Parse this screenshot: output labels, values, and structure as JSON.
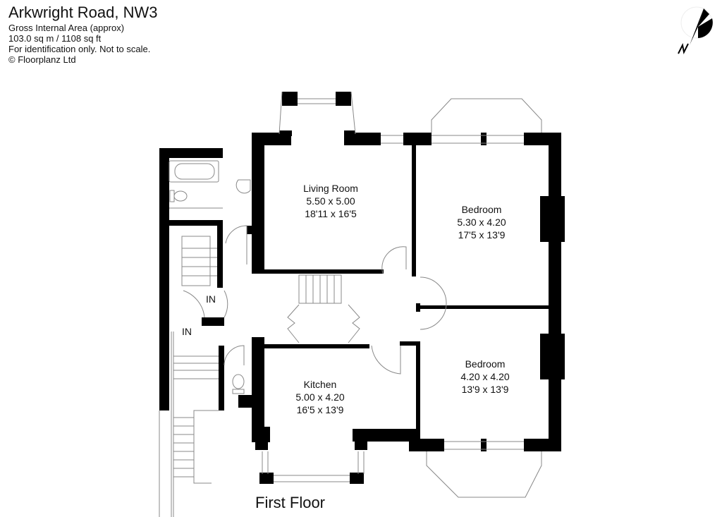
{
  "header": {
    "title": "Arkwright Road, NW3",
    "area_label": "Gross Internal Area (approx)",
    "area_value": "103.0 sq m / 1108 sq ft",
    "disclaimer": "For identification only. Not to scale.",
    "copyright": "© Floorplanz Ltd"
  },
  "compass": {
    "label": "N",
    "icon": "north-arrow-icon"
  },
  "rooms": [
    {
      "name": "Living Room",
      "metric": "5.50 x 5.00",
      "imperial": "18'11 x 16'5"
    },
    {
      "name": "Bedroom",
      "metric": "5.30 x 4.20",
      "imperial": "17'5 x 13'9"
    },
    {
      "name": "Bedroom",
      "metric": "4.20 x 4.20",
      "imperial": "13'9 x 13'9"
    },
    {
      "name": "Kitchen",
      "metric": "5.00 x 4.20",
      "imperial": "16'5 x 13'9"
    }
  ],
  "entrances": [
    {
      "label": "IN"
    },
    {
      "label": "IN"
    }
  ],
  "floor_label": "First Floor",
  "colors": {
    "wall": "#000000",
    "line": "#888888",
    "background": "#ffffff"
  }
}
